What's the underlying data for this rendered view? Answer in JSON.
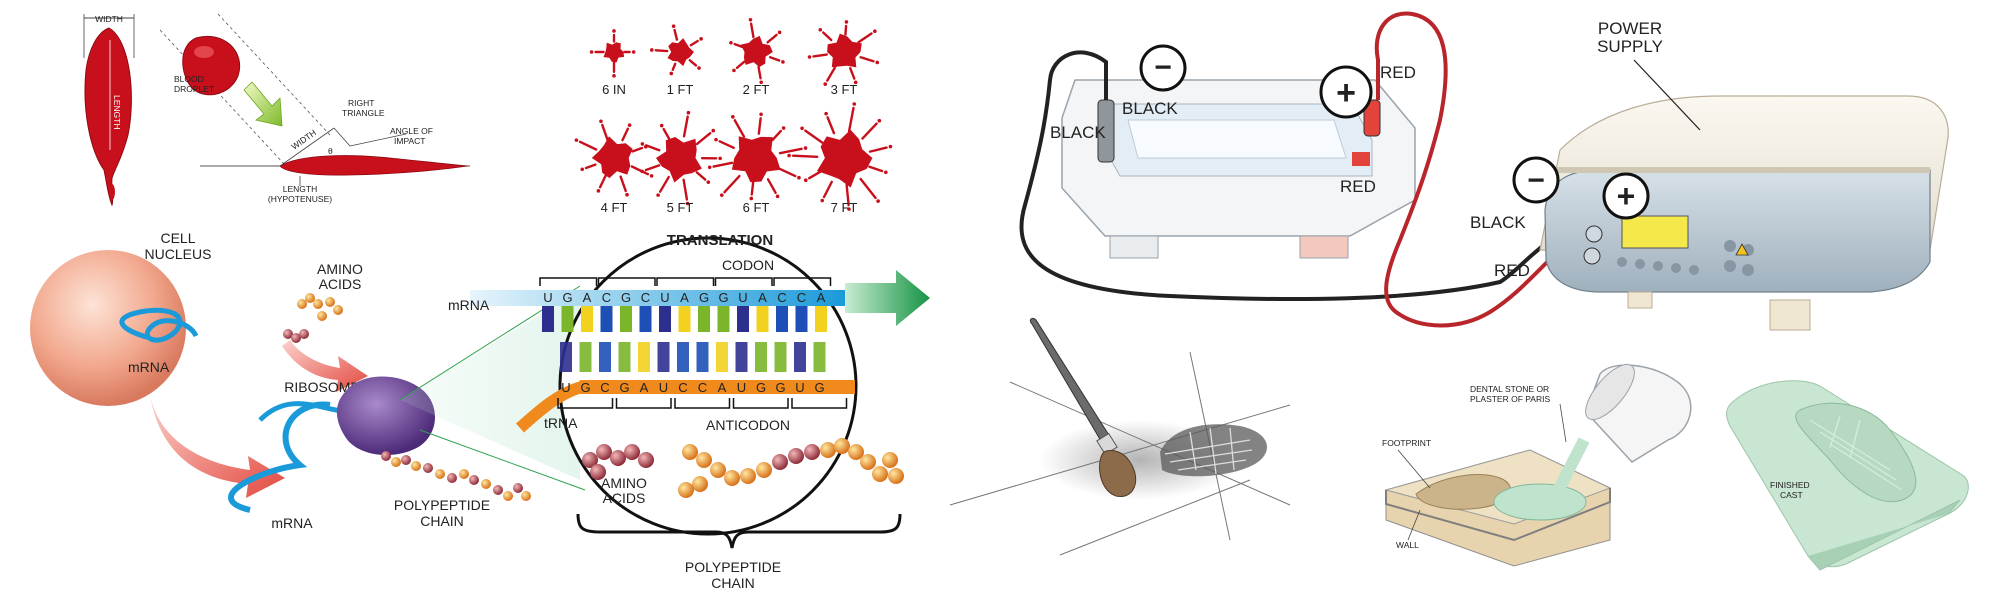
{
  "blood": {
    "drop_labels": {
      "width": "WIDTH",
      "length": "LENGTH"
    },
    "impact_labels": {
      "droplet": "BLOOD DROPLET",
      "right_triangle": "RIGHT TRIANGLE",
      "angle": "ANGLE OF IMPACT",
      "width": "WIDTH",
      "theta": "θ",
      "length": "LENGTH",
      "hypotenuse": "(HYPOTENUSE)"
    },
    "spatters": [
      {
        "label": "6 IN",
        "level": 1
      },
      {
        "label": "1 FT",
        "level": 2
      },
      {
        "label": "2 FT",
        "level": 3
      },
      {
        "label": "3 FT",
        "level": 4
      },
      {
        "label": "4 FT",
        "level": 5
      },
      {
        "label": "5 FT",
        "level": 6
      },
      {
        "label": "6 FT",
        "level": 7
      },
      {
        "label": "7 FT",
        "level": 8
      }
    ],
    "colors": {
      "blood": "#c8101c",
      "blood_dark": "#8e0a12"
    }
  },
  "translation": {
    "labels": {
      "cell": "CELL",
      "nucleus": "NUCLEUS",
      "mrna_in_nucleus": "mRNA",
      "mrna_bottom": "mRNA",
      "amino": "AMINO",
      "acids": "ACIDS",
      "ribosome": "RIBOSOME",
      "polypeptide": "POLYPEPTIDE",
      "chain": "CHAIN",
      "title": "TRANSLATION",
      "mrna_strand": "mRNA",
      "codon": "CODON",
      "trna": "tRNA",
      "anticodon": "ANTICODON",
      "amino2": "AMINO",
      "acids2": "ACIDS",
      "polypeptide2": "POLYPEPTIDE",
      "chain2": "CHAIN"
    },
    "codon_bases": [
      "U",
      "G",
      "A",
      "C",
      "G",
      "C",
      "U",
      "A",
      "G",
      "G",
      "U",
      "A",
      "C",
      "C",
      "A"
    ],
    "anticodon_bases": [
      "U",
      "G",
      "C",
      "G",
      "A",
      "U",
      "C",
      "C",
      "A",
      "U",
      "G",
      "G",
      "U",
      "G"
    ],
    "colors": {
      "mrna": "#1a9ad9",
      "nucleus": "#f0a58f",
      "ribosome": "#6b3f98",
      "arrow_green": "#1f9a45"
    }
  },
  "electrophoresis": {
    "labels": {
      "black_cord": "BLACK",
      "black_tank": "BLACK",
      "red_cord": "RED",
      "red_tank": "RED",
      "power": "POWER",
      "supply": "SUPPLY",
      "black_ps": "BLACK",
      "red_ps": "RED",
      "minus": "−",
      "plus": "+"
    },
    "colors": {
      "red_wire": "#b8252b",
      "black_wire": "#222222",
      "supply_top": "#f3efe6"
    }
  },
  "footprint": {
    "labels": {
      "dental": "DENTAL STONE OR",
      "plaster": "PLASTER OF PARIS",
      "footprint": "FOOTPRINT",
      "wall": "WALL",
      "finished": "FINISHED",
      "cast": "CAST"
    },
    "colors": {
      "plaster": "#bfe3cd",
      "sand": "#e7d3ae"
    }
  }
}
